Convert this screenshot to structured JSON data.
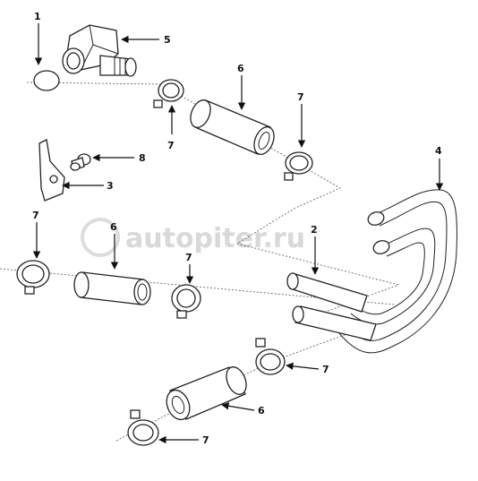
{
  "callouts": {
    "c1": "1",
    "c2": "2",
    "c3": "3",
    "c4": "4",
    "c5": "5",
    "c6a": "6",
    "c6b": "6",
    "c6c": "6",
    "c7a": "7",
    "c7b": "7",
    "c7c": "7",
    "c7d": "7",
    "c7e": "7",
    "c7f": "7",
    "c8": "8"
  },
  "watermark": {
    "text": "autopiter.ru"
  }
}
